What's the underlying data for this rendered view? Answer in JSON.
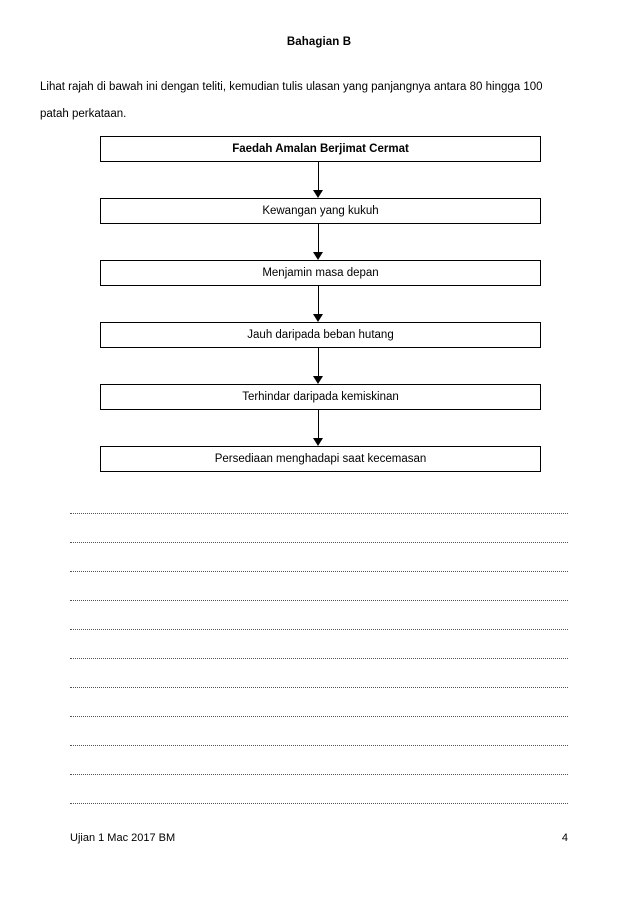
{
  "document": {
    "section_title": "Bahagian B",
    "instructions": "Lihat rajah di bawah ini dengan teliti, kemudian tulis ulasan yang panjangnya antara 80 hingga 100 patah perkataan.",
    "flowchart": {
      "type": "vertical-flow",
      "boxes": [
        "Faedah Amalan Berjimat Cermat",
        "Kewangan yang kukuh",
        "Menjamin masa depan",
        "Jauh daripada beban hutang",
        "Terhindar daripada kemiskinan",
        "Persediaan menghadapi saat kecemasan"
      ],
      "connector_icon": "down-arrow-icon",
      "connector_count": 5
    },
    "answer_lines": {
      "count": 11,
      "style": "dotted"
    },
    "footer": {
      "left": "Ujian 1 Mac 2017 BM",
      "page_number": "4"
    }
  }
}
